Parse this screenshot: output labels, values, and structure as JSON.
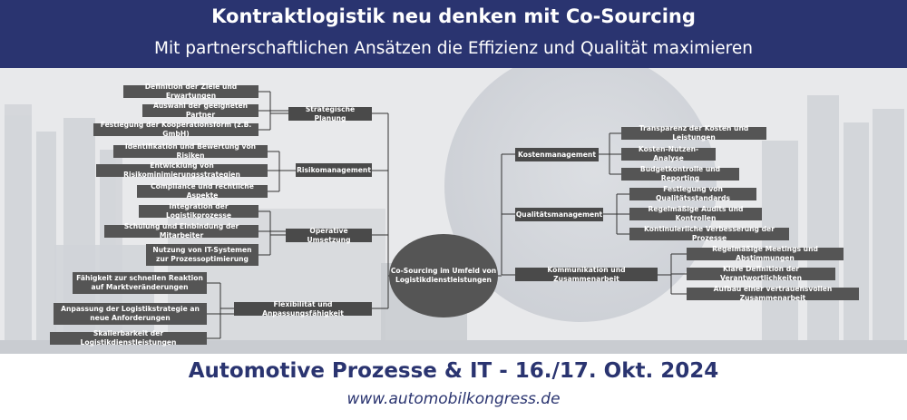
{
  "header": {
    "title": "Kontraktlogistik neu denken mit Co-Sourcing",
    "subtitle": "Mit partnerschaftlichen Ansätzen die Effizienz und Qualität maximieren"
  },
  "colors": {
    "header_bg": "#2a3470",
    "box_bg": "#555555",
    "line": "#333333",
    "footer_text": "#2a3470"
  },
  "diagram": {
    "center": "Co-Sourcing im Umfeld von Logistikdienstleistungen",
    "left": [
      {
        "label": "Strategische Planung",
        "items": [
          "Definition der Ziele und Erwartungen",
          "Auswahl der geeigneten Partner",
          "Festlegung der Kooperationsform (z.B. GmbH)"
        ]
      },
      {
        "label": "Risikomanagement",
        "items": [
          "Identifikation und Bewertung von Risiken",
          "Entwicklung von Risikominimierungsstrategien",
          "Compliance und rechtliche Aspekte"
        ]
      },
      {
        "label": "Operative Umsetzung",
        "items": [
          "Integration der Logistikprozesse",
          "Schulung und Einbindung der Mitarbeiter",
          "Nutzung von IT-Systemen zur Prozessoptimierung"
        ]
      },
      {
        "label": "Flexibilität und Anpassungsfähigkeit",
        "items": [
          "Fähigkeit zur schnellen Reaktion auf Marktveränderungen",
          "Anpassung der Logistikstrategie an neue Anforderungen",
          "Skalierbarkeit der Logistikdienstleistungen"
        ]
      }
    ],
    "right": [
      {
        "label": "Kostenmanagement",
        "items": [
          "Transparenz der Kosten und Leistungen",
          "Kosten-Nutzen-Analyse",
          "Budgetkontrolle und Reporting"
        ]
      },
      {
        "label": "Qualitätsmanagement",
        "items": [
          "Festlegung von Qualitätsstandards",
          "Regelmäßige Audits und Kontrollen",
          "Kontinuierliche Verbesserung der Prozesse"
        ]
      },
      {
        "label": "Kommunikation und Zusammenarbeit",
        "items": [
          "Regelmäßige Meetings und Abstimmungen",
          "Klare Definition der Verantwortlichkeiten",
          "Aufbau einer vertrauensvollen Zusammenarbeit"
        ]
      }
    ]
  },
  "footer": {
    "event": "Automotive Prozesse & IT - 16./17. Okt. 2024",
    "url": "www.automobilkongress.de"
  }
}
